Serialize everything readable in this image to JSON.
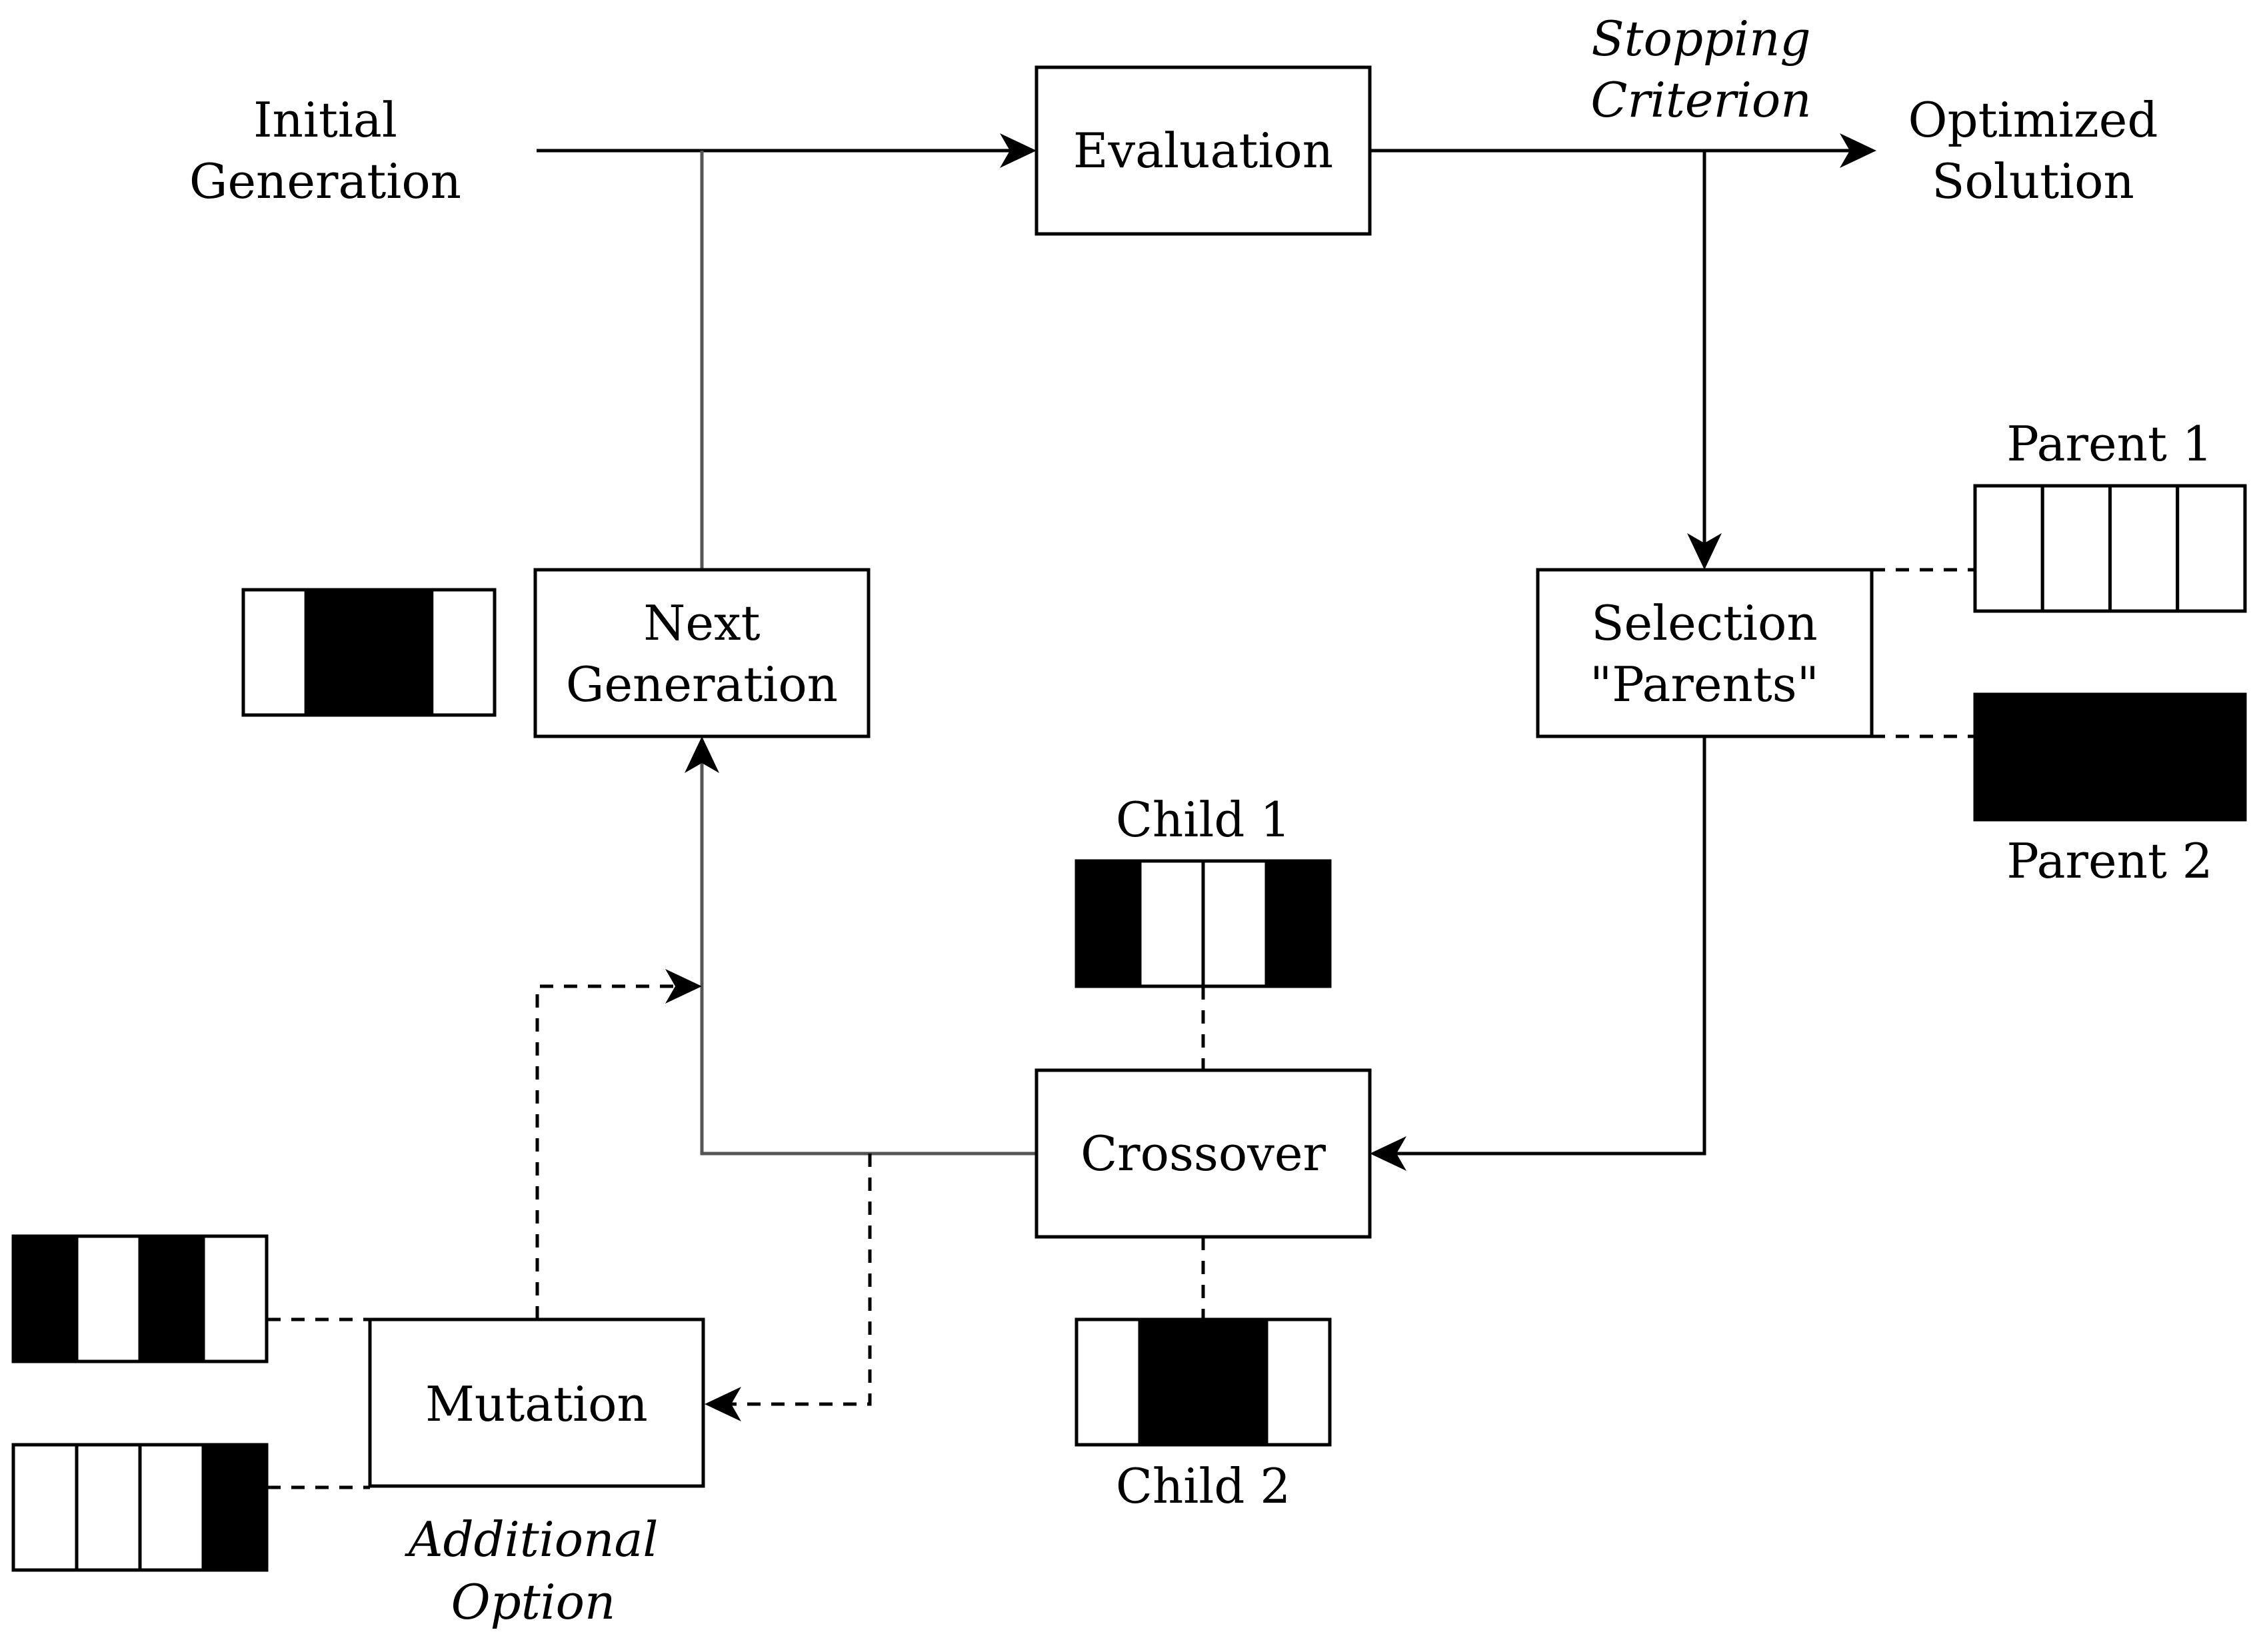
{
  "nodes": {
    "evaluation": "Evaluation",
    "next_generation": [
      "Next",
      "Generation"
    ],
    "selection": [
      "Selection",
      "\"Parents\""
    ],
    "crossover": "Crossover",
    "mutation": "Mutation"
  },
  "labels": {
    "initial_generation": [
      "Initial",
      "Generation"
    ],
    "optimized_solution": [
      "Optimized",
      "Solution"
    ],
    "stopping_criterion": [
      "Stopping",
      "Criterion"
    ],
    "additional_option": [
      "Additional",
      "Option"
    ],
    "parent_1": "Parent 1",
    "parent_2": "Parent 2",
    "child_1": "Child 1",
    "child_2": "Child 2"
  },
  "chromosomes": {
    "parent_1": [
      0,
      0,
      0,
      0
    ],
    "parent_2": [
      1,
      1,
      1,
      1
    ],
    "child_1": [
      1,
      0,
      0,
      1
    ],
    "child_2": [
      0,
      1,
      1,
      0
    ],
    "next_generation": [
      0,
      1,
      1,
      0
    ],
    "mutation_a": [
      1,
      0,
      1,
      0
    ],
    "mutation_b": [
      0,
      0,
      0,
      1
    ]
  },
  "colors": {
    "gene_on": "#000000",
    "gene_off": "#ffffff",
    "line": "#000000",
    "line_return": "#555555"
  }
}
